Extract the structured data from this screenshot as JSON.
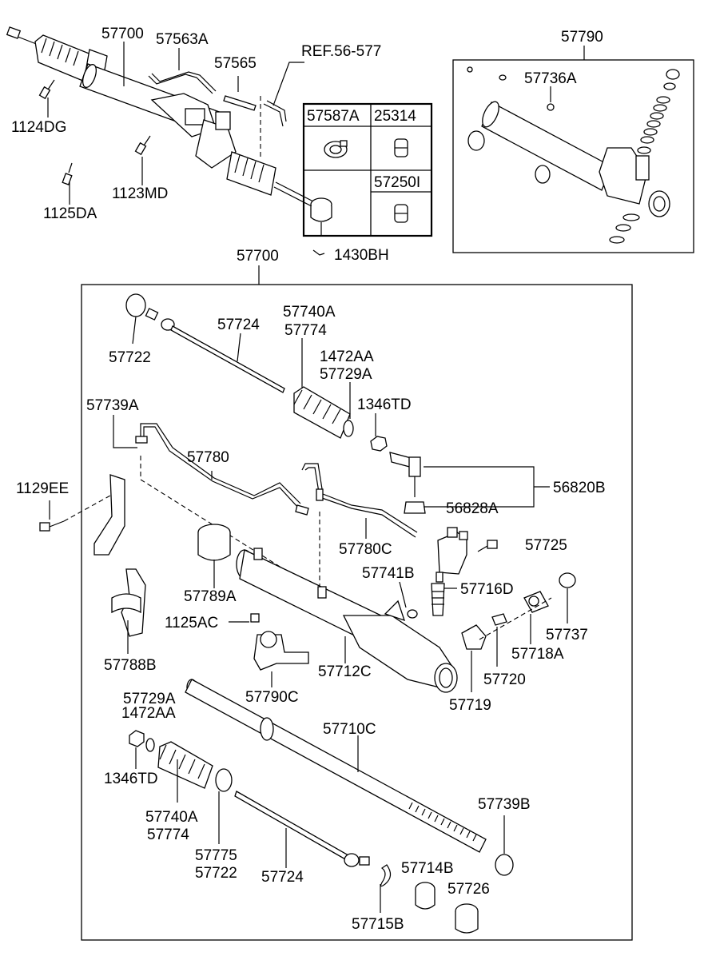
{
  "labels": {
    "top_57700": "57700",
    "top_57563A": "57563A",
    "top_57565": "57565",
    "top_ref": "REF.56-577",
    "top_1124DG": "1124DG",
    "top_1123MD": "1123MD",
    "top_1125DA": "1125DA",
    "top_1430BH": "1430BH",
    "box_57587A": "57587A",
    "box_25314": "25314",
    "box_57250I": "57250I",
    "top_57790": "57790",
    "top_57736A": "57736A",
    "main_57700": "57700",
    "l_57722a": "57722",
    "l_57724a": "57724",
    "l_57740A_a": "57740A",
    "l_57774a": "57774",
    "l_1472AA_a": "1472AA",
    "l_57729A_a": "57729A",
    "l_1346TD_a": "1346TD",
    "l_57739A": "57739A",
    "l_57780": "57780",
    "l_1129EE": "1129EE",
    "l_56820B": "56820B",
    "l_56828A": "56828A",
    "l_57780C": "57780C",
    "l_57725": "57725",
    "l_57741B": "57741B",
    "l_57716D": "57716D",
    "l_57789A": "57789A",
    "l_1125AC": "1125AC",
    "l_57737": "57737",
    "l_57718A": "57718A",
    "l_57788B": "57788B",
    "l_57712C": "57712C",
    "l_57720": "57720",
    "l_57790C": "57790C",
    "l_57719": "57719",
    "l_57729A_b": "57729A",
    "l_1472AA_b": "1472AA",
    "l_57710C": "57710C",
    "l_1346TD_b": "1346TD",
    "l_57739B": "57739B",
    "l_57740A_b": "57740A",
    "l_57774b": "57774",
    "l_57775": "57775",
    "l_57722b": "57722",
    "l_57724b": "57724",
    "l_57714B": "57714B",
    "l_57726": "57726",
    "l_57715B": "57715B"
  }
}
